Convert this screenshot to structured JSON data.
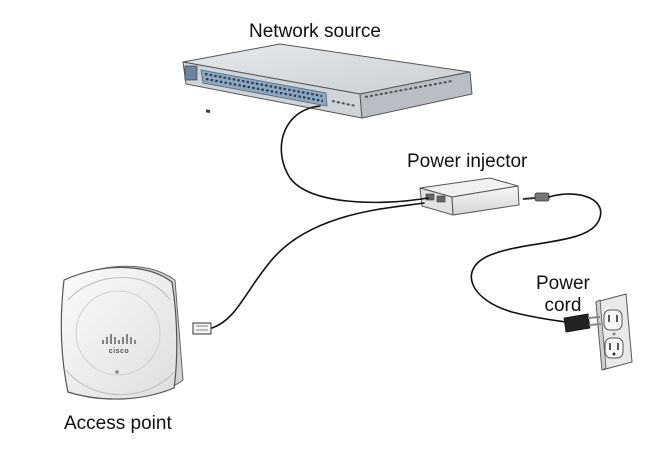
{
  "labels": {
    "network_source": "Network source",
    "power_injector": "Power injector",
    "power_cord_line1": "Power",
    "power_cord_line2": "cord",
    "access_point": "Access point"
  },
  "access_point_logo": {
    "text": "cisco"
  },
  "colors": {
    "switch_body": "#d9dde0",
    "switch_port_strip": "#8ea7bf",
    "cable": "#111111",
    "device_white": "#f4f4f4"
  }
}
